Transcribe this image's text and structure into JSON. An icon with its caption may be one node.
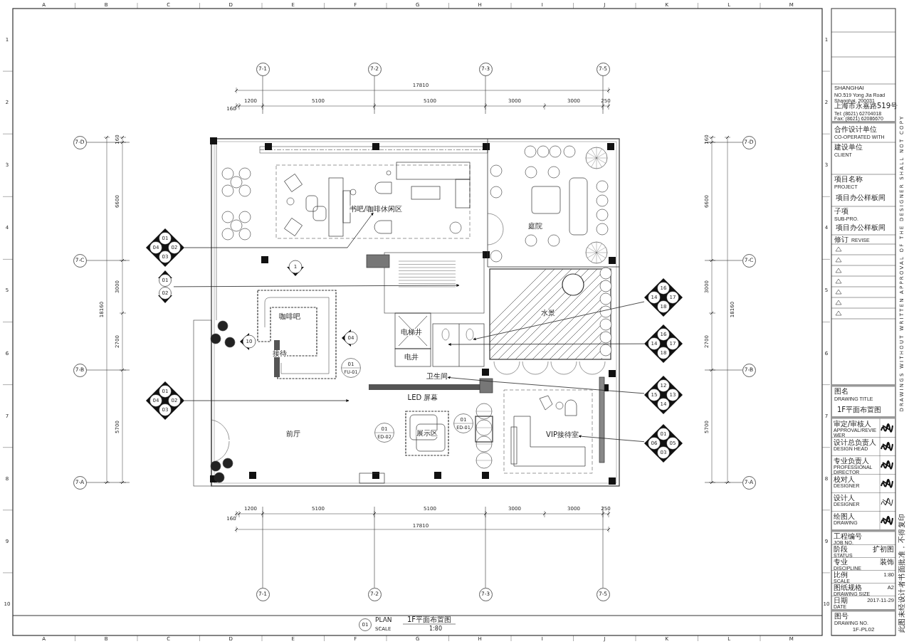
{
  "diagram": {
    "nodes": [
      {
        "text": [
          "7-1"
        ]
      },
      {
        "text": [
          "7-2"
        ]
      },
      {
        "text": [
          "7-3"
        ]
      },
      {
        "text": [
          "7-5"
        ]
      },
      {
        "text": [
          "7-1"
        ]
      },
      {
        "text": [
          "7-2"
        ]
      },
      {
        "text": [
          "7-3"
        ]
      },
      {
        "text": [
          "7-5"
        ]
      },
      {
        "text": [
          "7-D"
        ]
      },
      {
        "text": [
          "7-C"
        ]
      },
      {
        "text": [
          "7-B"
        ]
      },
      {
        "text": [
          "7-A"
        ]
      },
      {
        "text": [
          "7-D"
        ]
      },
      {
        "text": [
          "7-C"
        ]
      },
      {
        "text": [
          "7-B"
        ]
      },
      {
        "text": [
          "7-A"
        ]
      },
      {
        "text": [
          "01",
          "04",
          "02",
          "03"
        ]
      },
      {
        "text": [
          "01",
          "02"
        ]
      },
      {
        "text": [
          "01",
          "04",
          "02",
          "03"
        ]
      },
      {
        "text": [
          "16",
          "14",
          "17",
          "18"
        ]
      },
      {
        "text": [
          "16",
          "14",
          "17",
          "18"
        ]
      },
      {
        "text": [
          "12",
          "15",
          "13",
          "14"
        ]
      },
      {
        "text": [
          "01",
          "06",
          "05",
          "03"
        ]
      },
      {
        "text": [
          "1"
        ]
      },
      {
        "text": [
          "10"
        ]
      },
      {
        "text": [
          "04"
        ]
      },
      {
        "text": [
          "01",
          "FU-01"
        ]
      },
      {
        "text": [
          "01",
          "ED-02"
        ]
      },
      {
        "text": [
          "01",
          "ED-01"
        ]
      },
      {
        "text": [
          "01"
        ],
        "beside": [
          "PLAN",
          "1F平面布置图",
          "SCALE",
          "1:80"
        ]
      },
      {
        "text": [
          "书吧/咖啡休闲区"
        ]
      },
      {
        "text": [
          "卫生间"
        ]
      },
      {
        "text": [
          "VIP接待室"
        ]
      }
    ],
    "edges": [
      {
        "from": 16,
        "to": 30,
        "arrow": "to"
      },
      {
        "from": 17,
        "to": null,
        "arrow": "to"
      },
      {
        "from": 18,
        "to": null,
        "arrow": "to"
      },
      {
        "from": 19,
        "to": null,
        "arrow": "to"
      },
      {
        "from": 20,
        "to": null,
        "arrow": "to"
      },
      {
        "from": 21,
        "to": 31,
        "arrow": "to"
      },
      {
        "from": 22,
        "to": 32,
        "arrow": "to"
      }
    ],
    "labels": [
      "17810",
      "160",
      "1200",
      "5100",
      "5100",
      "3000",
      "3000",
      "250",
      "17810",
      "160",
      "1200",
      "5100",
      "5100",
      "3000",
      "3000",
      "250",
      "18160",
      "160",
      "6600",
      "3000",
      "2700",
      "5700",
      "18160",
      "160",
      "6600",
      "3000",
      "2700",
      "5700",
      "庭院",
      "咖啡吧",
      "水景",
      "电梯井",
      "接待",
      "电井",
      "LED 屏幕",
      "前厅",
      "展示区",
      "SHANGHAI",
      "NO.519 Yong Jia Road",
      "Shanghai, 200031",
      "上海市永嘉路519号",
      "Tel:   (8621) 62704018",
      "Fax:   (8621) 62086670",
      "合作设计单位",
      "CO-OPERATED WITH",
      "建设单位",
      "CLIENT",
      "项目名称",
      "PROJECT",
      "项目办公样板间",
      "子项",
      "SUB-PRO.",
      "项目办公样板间",
      "修订",
      "REVISE",
      "图名",
      "DRAWING TITLE",
      "1F平面布置图",
      "审定/审核人",
      "APPROVAL/REVIEWER",
      "设计总负责人",
      "DESIGN HEAD",
      "专业负责人",
      "PROFESSIONAL DIRECTOR",
      "校对人",
      "DESIGNER",
      "设计人",
      "DESIGNER",
      "绘图人",
      "DRAWING",
      "工程编号",
      "JOB NO.",
      "阶段",
      "扩初图",
      "STATUS",
      "专业",
      "装饰",
      "DISCIPLINE",
      "比例",
      "1:80",
      "SCALE",
      "图纸规格",
      "A2",
      "DRAWING SIZE",
      "日期",
      "2017-11-29",
      "DATE",
      "图号",
      "DRAWING NO.",
      "1F-PL02",
      "DRAWINGS WITHOUT WRITTEN APPROVAL OF THE DESIGNER SHALL NOT COPY",
      "此图未经设计者书面批准，不得复印",
      "A",
      "B",
      "C",
      "D",
      "E",
      "F",
      "G",
      "H",
      "I",
      "J",
      "K",
      "L",
      "M",
      "A",
      "B",
      "C",
      "D",
      "E",
      "F",
      "G",
      "H",
      "I",
      "J",
      "K",
      "L",
      "M",
      "1",
      "2",
      "3",
      "4",
      "5",
      "6",
      "7",
      "8",
      "9",
      "10",
      "1",
      "2",
      "3",
      "4",
      "5",
      "6",
      "7",
      "8",
      "9",
      "10"
    ]
  }
}
